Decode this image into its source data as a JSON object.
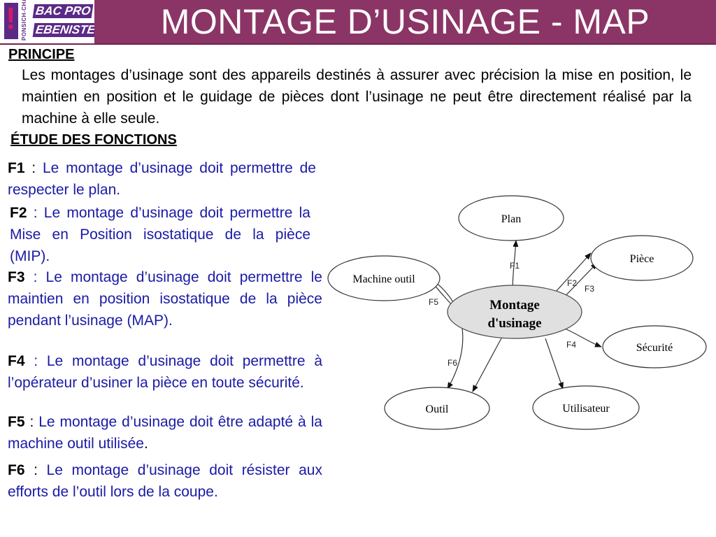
{
  "header": {
    "title": "MONTAGE D’USINAGE - MAP",
    "logo": {
      "vertical_text": "PONSICH-CHARLIE",
      "line1": "BAC PRO",
      "line2": "EBENISTE",
      "mark": "!"
    }
  },
  "principe": {
    "heading": "PRINCIPE",
    "text": "Les montages d’usinage sont des appareils destinés à assurer avec précision la mise en position, le maintien en position et le guidage de pièces dont l’usinage ne peut être directement réalisé par la machine à elle seule."
  },
  "etude": {
    "heading": "ÉTUDE DES FONCTIONS",
    "functions": [
      {
        "code": "F1",
        "sep": " : ",
        "text": "Le montage d’usinage doit",
        "rest": " permettre de respecter le plan."
      },
      {
        "code": "F2",
        "sep": " : ",
        "text": "Le montage d’usinage doit",
        "rest": " permettre la Mise en Position isostatique de la pièce (MIP)."
      },
      {
        "code": "F3",
        "sep": " : ",
        "text": "Le montage d’usinage doit",
        "rest": " permettre le maintien en position isostatique de la pièce pendant l’usinage (MAP)."
      },
      {
        "code": "F4",
        "sep": " : ",
        "text": "Le montage d’usinage doit",
        "rest": " permettre à l’opérateur d’usiner la pièce en toute sécurité."
      },
      {
        "code": "F5",
        "sep": " : ",
        "text": "Le montage d’usinage doit être adapté à la machine outil utilisée",
        "rest": "."
      },
      {
        "code": "F6",
        "sep": " : ",
        "text": "Le montage d’usinage doit résister",
        "rest": " aux efforts de l’outil lors de la coupe."
      }
    ]
  },
  "diagram": {
    "center": [
      "Montage",
      "d'usinage"
    ],
    "nodes": {
      "plan": "Plan",
      "piece": "Pièce",
      "machine": "Machine outil",
      "securite": "Sécurité",
      "outil": "Outil",
      "utilisateur": "Utilisateur"
    },
    "labels": {
      "f1": "F1",
      "f2": "F2",
      "f3": "F3",
      "f4": "F4",
      "f5": "F5",
      "f6": "F6"
    },
    "colors": {
      "center_fill": "#e0e0e0",
      "node_fill": "#ffffff",
      "stroke": "#333333"
    }
  }
}
